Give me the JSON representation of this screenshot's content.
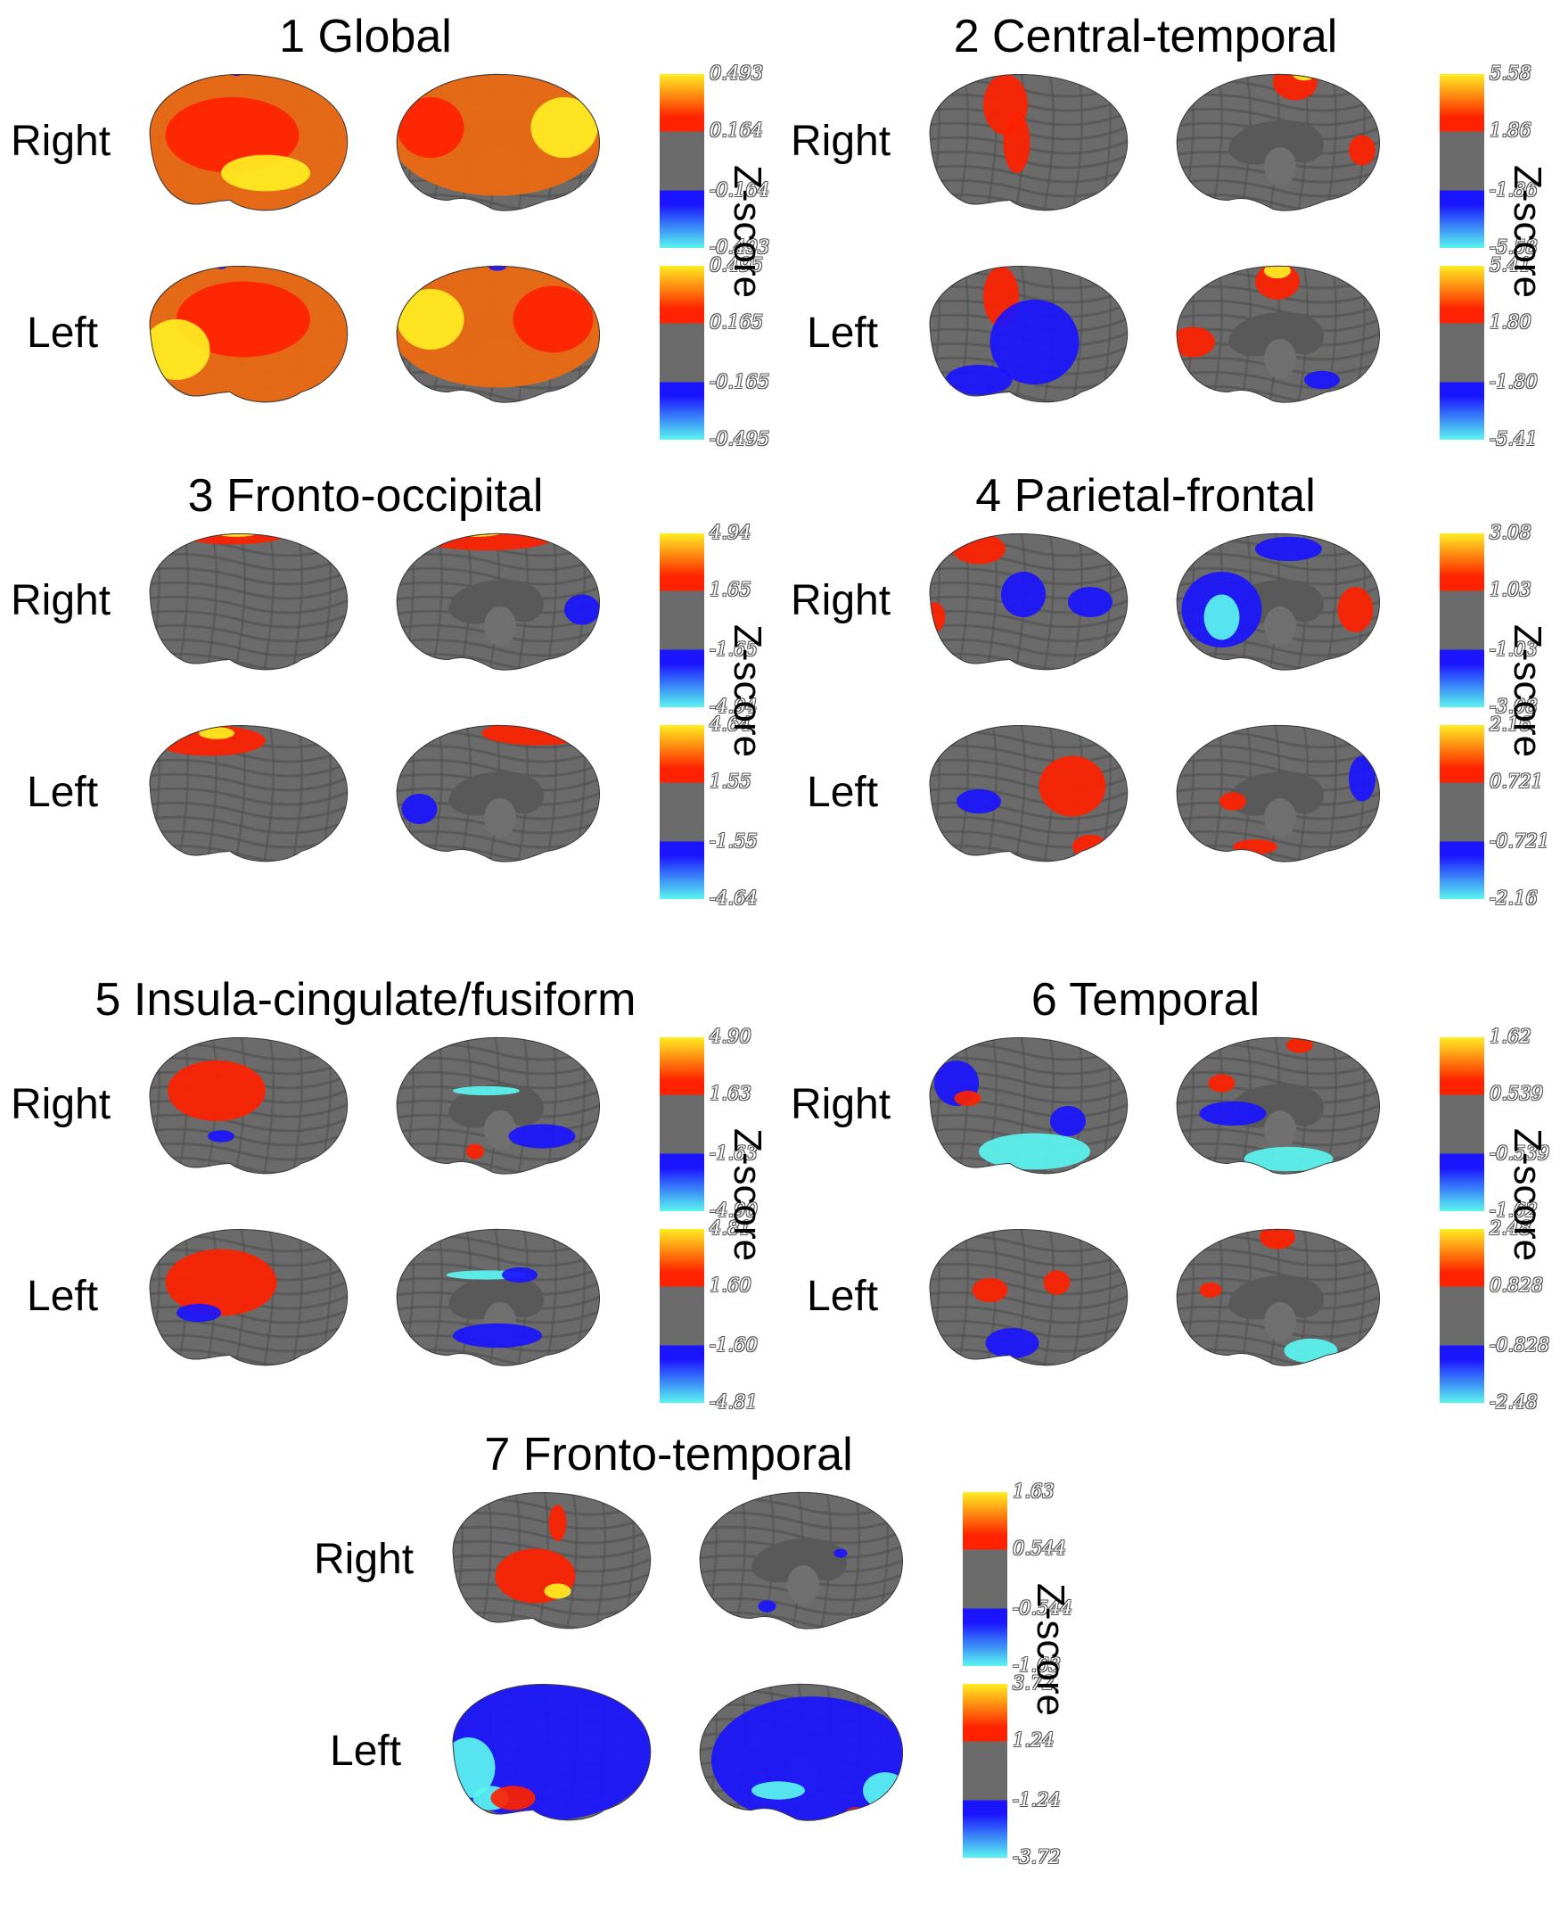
{
  "colors": {
    "gray": "#6b6b6b",
    "red": "#ff2200",
    "yellow": "#ffee22",
    "orange": "#f06a10",
    "blue": "#1a14ff",
    "cyan": "#5af5f0"
  },
  "labels": {
    "right": "Right",
    "left": "Left",
    "zscore": "Z-score"
  },
  "panels": [
    {
      "title": "1 Global",
      "colorbars": [
        {
          "ticks": [
            "0.493",
            "0.164",
            "-0.164",
            "-0.493"
          ]
        },
        {
          "ticks": [
            "0.495",
            "0.165",
            "-0.165",
            "-0.495"
          ]
        }
      ]
    },
    {
      "title": "2 Central-temporal",
      "colorbars": [
        {
          "ticks": [
            "5.58",
            "1.86",
            "-1.86",
            "-5.58"
          ]
        },
        {
          "ticks": [
            "5.41",
            "1.80",
            "-1.80",
            "-5.41"
          ]
        }
      ]
    },
    {
      "title": "3 Fronto-occipital",
      "colorbars": [
        {
          "ticks": [
            "4.94",
            "1.65",
            "-1.65",
            "-4.94"
          ]
        },
        {
          "ticks": [
            "4.64",
            "1.55",
            "-1.55",
            "-4.64"
          ]
        }
      ]
    },
    {
      "title": "4 Parietal-frontal",
      "colorbars": [
        {
          "ticks": [
            "3.08",
            "1.03",
            "-1.03",
            "-3.08"
          ]
        },
        {
          "ticks": [
            "2.16",
            "0.721",
            "-0.721",
            "-2.16"
          ]
        }
      ]
    },
    {
      "title": "5 Insula-cingulate/fusiform",
      "colorbars": [
        {
          "ticks": [
            "4.90",
            "1.63",
            "-1.63",
            "-4.90"
          ]
        },
        {
          "ticks": [
            "4.81",
            "1.60",
            "-1.60",
            "-4.81"
          ]
        }
      ]
    },
    {
      "title": "6 Temporal",
      "colorbars": [
        {
          "ticks": [
            "1.62",
            "0.539",
            "-0.539",
            "-1.62"
          ]
        },
        {
          "ticks": [
            "2.48",
            "0.828",
            "-0.828",
            "-2.48"
          ]
        }
      ]
    },
    {
      "title": "7 Fronto-temporal",
      "colorbars": [
        {
          "ticks": [
            "1.63",
            "0.544",
            "-0.544",
            "-1.63"
          ]
        },
        {
          "ticks": [
            "3.72",
            "1.24",
            "-1.24",
            "-3.72"
          ]
        }
      ]
    }
  ]
}
